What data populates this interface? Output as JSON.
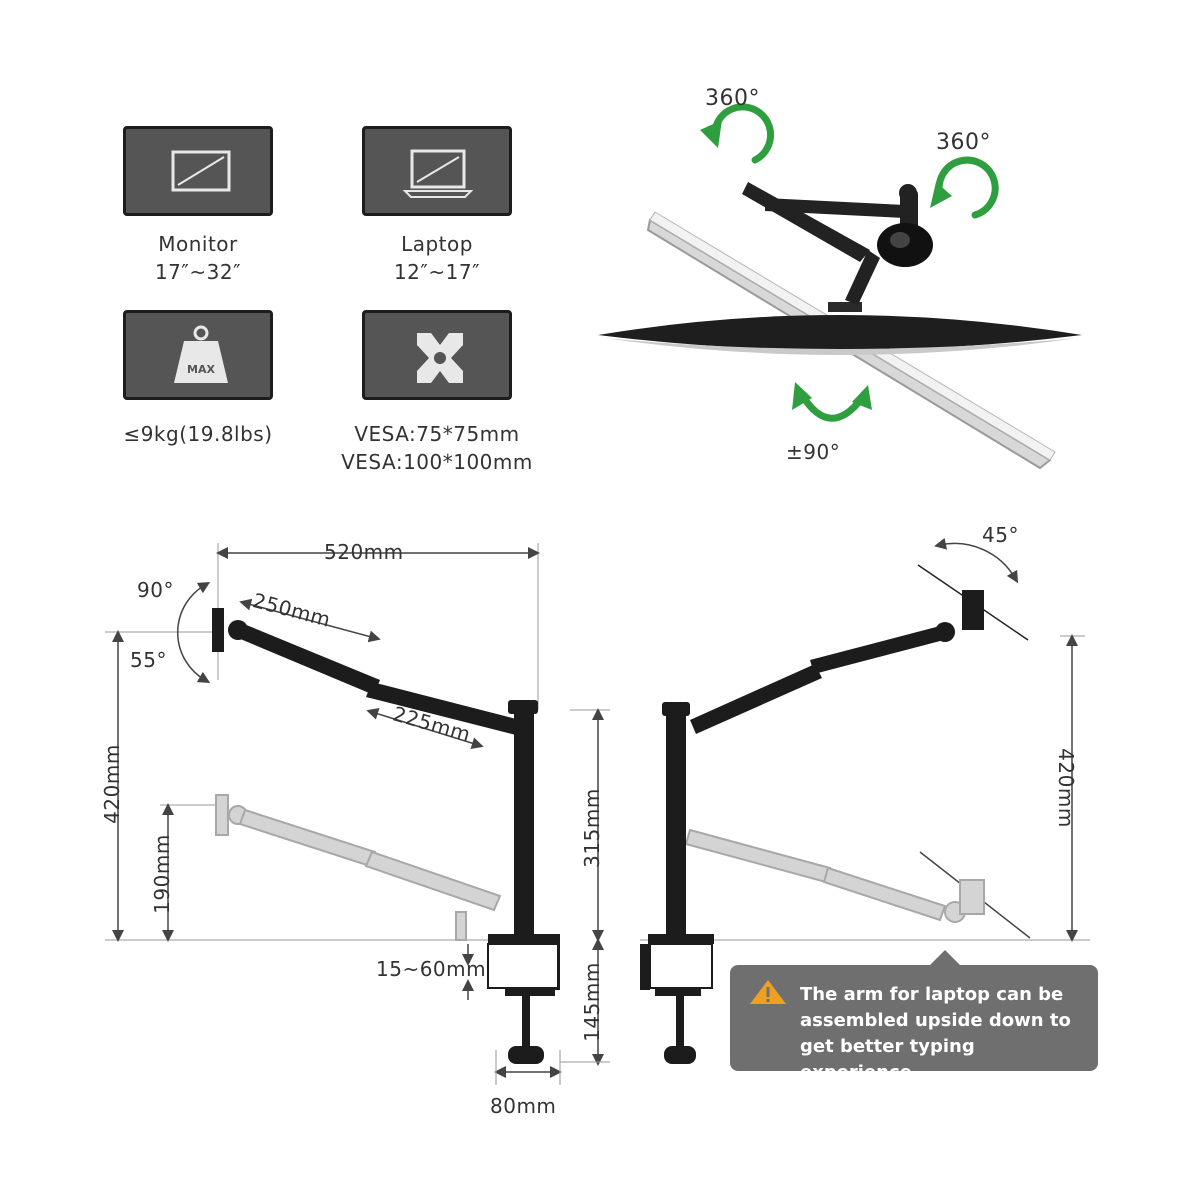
{
  "specs": {
    "monitor": {
      "name": "Monitor",
      "range": "17″~32″",
      "icon": "monitor-icon"
    },
    "laptop": {
      "name": "Laptop",
      "range": "12″~17″",
      "icon": "laptop-icon"
    },
    "weight": {
      "label": "≤9kg(19.8lbs)",
      "icon_text": "MAX",
      "icon": "weight-icon"
    },
    "vesa": {
      "line1": "VESA:75*75mm",
      "line2": "VESA:100*100mm",
      "icon": "vesa-icon"
    }
  },
  "rotation": {
    "top": "360°",
    "right": "360°",
    "tilt": "±90°",
    "accent_color": "#2e9e3e"
  },
  "left_diagram": {
    "width": "520mm",
    "tilt_up": "90°",
    "tilt_down": "55°",
    "arm1": "250mm",
    "arm2": "225mm",
    "height_total": "420mm",
    "height_low": "190mm",
    "pole": "315mm",
    "clamp_range": "15~60mm",
    "clamp_height": "145mm",
    "base": "80mm"
  },
  "right_diagram": {
    "tilt": "45°",
    "height": "420mm"
  },
  "note": {
    "text": "The arm for laptop can be assembled upside down to get better typing experience.",
    "icon": "warning-icon",
    "icon_color": "#f0a020"
  }
}
